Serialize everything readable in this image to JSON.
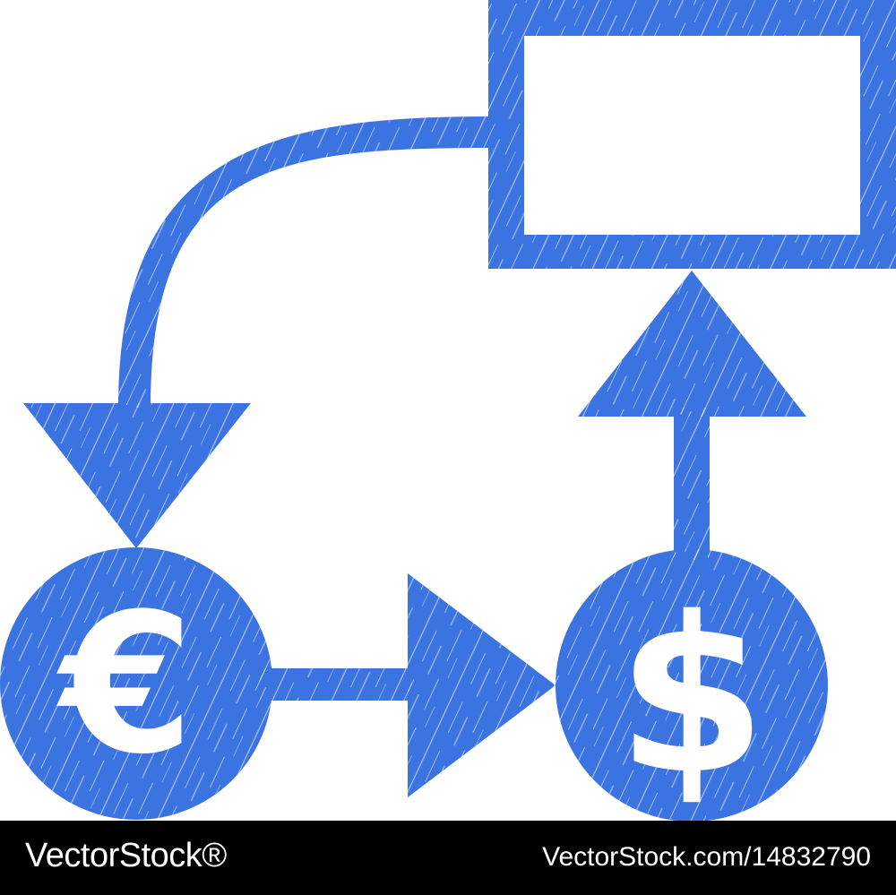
{
  "icon": {
    "name": "cashflow-scheme",
    "color": "#3b73e0",
    "euro_symbol": "€",
    "dollar_symbol": "$"
  },
  "footer": {
    "brand": "VectorStock®",
    "image_id": "VectorStock.com/14832790"
  }
}
